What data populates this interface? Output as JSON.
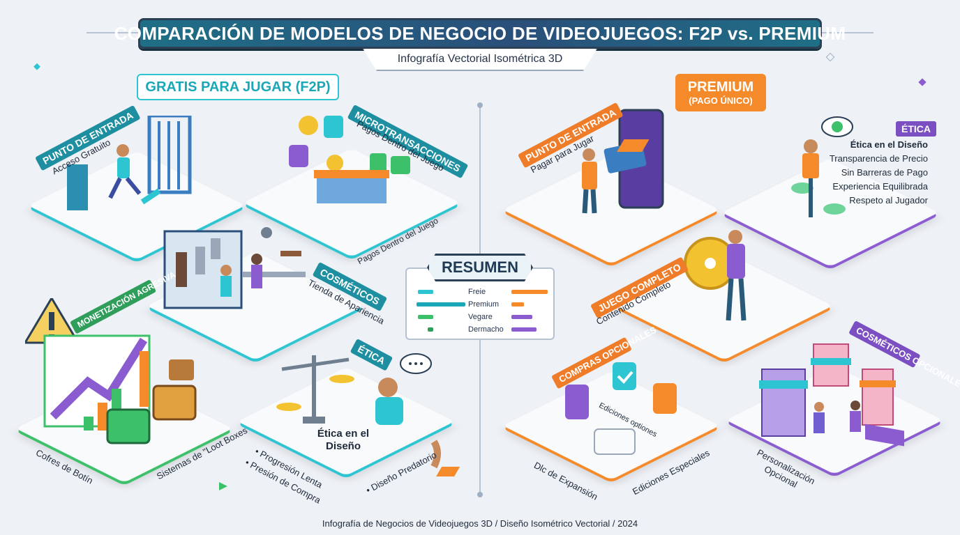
{
  "header": {
    "title": "COMPARACIÓN DE MODELOS DE NEGOCIO DE VIDEOJUEGOS: F2P vs. PREMIUM",
    "subtitle": "Infografía Vectorial Isométrica 3D"
  },
  "f2p": {
    "section_title": "GRATIS PARA JUGAR (F2P)",
    "entry": {
      "tag": "PUNTO DE ENTRADA",
      "text": "Acceso Gratuito"
    },
    "micro": {
      "tag": "MICROTRANSACCIONES",
      "text": "Pagos Dentro del Juego",
      "platform_text": "Pagos Dentro del Juego"
    },
    "cosmetics": {
      "tag": "COSMÉTICOS",
      "text": "Tienda de Apariencia"
    },
    "monetization": {
      "tag": "MONETIZACIÓN AGRESIVA",
      "left_text": "Cofres de Botín",
      "right_text": "Sistemas de \"Loot Boxes\""
    },
    "ethics": {
      "tag": "ÉTICA",
      "title": "Ética en el Diseño",
      "bullet1": "• Progresión Lenta",
      "bullet2": "• Presión de Compra",
      "bullet3": "• Diseño Predatorio"
    }
  },
  "premium": {
    "section_title": "PREMIUM",
    "section_sub": "(PAGO ÚNICO)",
    "entry": {
      "tag": "PUNTO DE ENTRADA",
      "text": "Pagar para Jugar"
    },
    "ethics": {
      "tag": "ÉTICA",
      "title": "Ética en el Diseño",
      "items": [
        "Transparencia de Precio",
        "Sin Barreras de Pago",
        "Experiencia Equilibrada",
        "Respeto al Jugador"
      ]
    },
    "full_game": {
      "tag": "JUEGO COMPLETO",
      "text": "Contenido Completo"
    },
    "purchases": {
      "tag": "COMPRAS OPCIONALES",
      "card_text": "Ediciones optiones",
      "left_text": "Dlc de Expansión",
      "right_text": "Ediciones Especiales"
    },
    "cosmetics": {
      "tag": "COSMÉTICOS OPCIONALES",
      "text": "Personalización Opcional"
    }
  },
  "summary": {
    "title": "RESUMEN",
    "rows": [
      {
        "label": "Freie",
        "left_color": "#2ec5d3",
        "right_color": "#f58a2b"
      },
      {
        "label": "Premium",
        "left_color": "#1aa7b8",
        "right_color": "#f58a2b"
      },
      {
        "label": "Vegare",
        "left_color": "#3cc06a",
        "right_color": "#8a5cd0"
      },
      {
        "label": "Dermacho",
        "left_color": "#2e9e5a",
        "right_color": "#8a5cd0"
      }
    ]
  },
  "footer": "Infografía de Negocios de Videojuegos 3D / Diseño Isométrico Vectorial / 2024",
  "colors": {
    "f2p": "#2ec5d3",
    "premium": "#f58a2b",
    "monetization": "#3cc06a",
    "cosmetics_opt": "#8a5cd0"
  }
}
